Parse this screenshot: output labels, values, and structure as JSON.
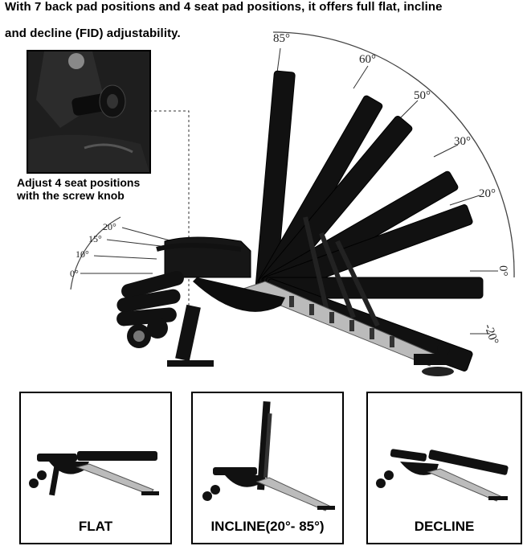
{
  "headline": {
    "line1": "With 7 back pad positions and 4 seat pad positions, it offers full flat, incline",
    "line2": "and decline (FID) adjustability."
  },
  "inset": {
    "caption_line1": "Adjust 4 seat positions",
    "caption_line2": "with the screw knob"
  },
  "back_angles": [
    "85°",
    "60°",
    "50°",
    "30°",
    "20°",
    "0°",
    "-20°"
  ],
  "seat_angles": [
    "20°",
    "15°",
    "10°",
    "0°"
  ],
  "panels": {
    "flat": "FLAT",
    "incline": "INCLINE(20°- 85°)",
    "decline": "DECLINE"
  }
}
